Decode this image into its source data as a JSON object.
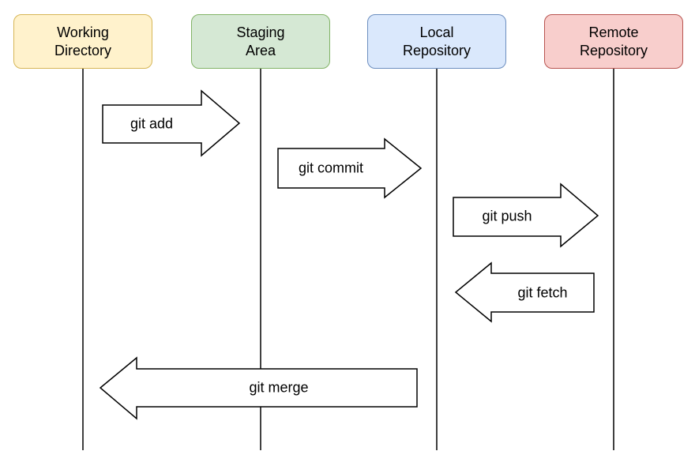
{
  "diagram_type": "git-workflow-sequence",
  "lanes": [
    {
      "id": "working-directory",
      "label": "Working\nDirectory",
      "fill": "#fff2cc",
      "stroke": "#d6b656"
    },
    {
      "id": "staging-area",
      "label": "Staging\nArea",
      "fill": "#d5e8d4",
      "stroke": "#82b366"
    },
    {
      "id": "local-repository",
      "label": "Local\nRepository",
      "fill": "#dae8fc",
      "stroke": "#6c8ebf"
    },
    {
      "id": "remote-repository",
      "label": "Remote\nRepository",
      "fill": "#f8cecc",
      "stroke": "#b85450"
    }
  ],
  "arrows": [
    {
      "label": "git add",
      "from": "Working Directory",
      "to": "Staging Area",
      "direction": "right"
    },
    {
      "label": "git commit",
      "from": "Staging Area",
      "to": "Local Repository",
      "direction": "right"
    },
    {
      "label": "git push",
      "from": "Local Repository",
      "to": "Remote Repository",
      "direction": "right"
    },
    {
      "label": "git fetch",
      "from": "Remote Repository",
      "to": "Local Repository",
      "direction": "left"
    },
    {
      "label": "git merge",
      "from": "Local Repository",
      "to": "Working Directory",
      "direction": "left"
    }
  ],
  "colors": {
    "background": "#ffffff",
    "lifeline": "#000000",
    "arrow_fill": "#ffffff",
    "arrow_stroke": "#000000",
    "text": "#000000"
  }
}
